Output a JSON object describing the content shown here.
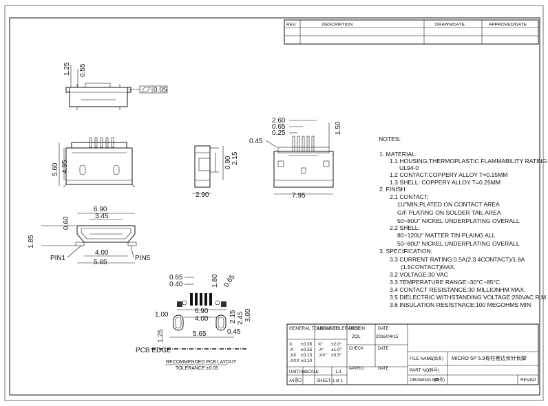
{
  "revision_block": {
    "headers": [
      "REV.",
      "DESCRIPTION",
      "DRAWN/DATE",
      "APPROVED/DATE"
    ]
  },
  "views": {
    "side_view": {
      "dims": [
        "1.25",
        "0.55",
        "0.05"
      ]
    },
    "front_view": {
      "dims": [
        "5.60",
        "4.95"
      ]
    },
    "profile_view": {
      "dims": [
        "0.90",
        "2.15",
        "2.90"
      ]
    },
    "top_view": {
      "dims": [
        "2.60",
        "0.65",
        "0.25",
        "0.45",
        "1.50",
        "7.95"
      ]
    },
    "opening_view": {
      "dims": [
        "6.90",
        "3.45",
        "0.60",
        "1.85",
        "4.00",
        "5.65"
      ],
      "labels": [
        "PIN1",
        "PIN5"
      ]
    },
    "pcb_layout": {
      "dims": [
        "0.65",
        "0.40",
        "1.80",
        "0.65",
        "6.90",
        "4.00",
        "2.15",
        "2.45",
        "3.00",
        "1.00",
        "0.45",
        "5.65",
        "1.25"
      ],
      "edge_label": "PCB EDGE",
      "caption": "RECOMMENDED PCB LAYOUT",
      "tolerance": "TOLERANCE:±0.05"
    }
  },
  "notes": {
    "title": "NOTES:",
    "lines": [
      "1. MATERIAL:",
      "1.1 HOUSING:THERMOPLASTIC FLAMMABILITY RATING",
      "UL94-0",
      "1.2 CONTACT:COPPERY ALLOY T=0.15MM",
      "1.3 SHELL:   COPPERY ALLOY T=0.25MM",
      "2. FINISH:",
      "2.1 CONTACT:",
      "1U\"MIN,PLATED ON CONTACT AREA",
      "G/F PLATING ON SOLDER TAIL AREA",
      "50~80U\" NICKEL UNDERPLATING OVERALL",
      "2.2 SHELL:",
      "80~120U\" MATTER TIN PLAING ALL",
      "50~80U\" NICKEL UNDERPLATING OVERALL",
      "3. SPECIFICATION:",
      "3.3 CURRENT RATING:0.5A(2.3.4CONTACT)/1.8A",
      "(1.5CONTACT)MAX.",
      "3.2 VOLTAGE:30 VAC",
      "3.3 TEMPERATURE RANGE:-30°C~85°C",
      "3.4 CONTACT RESISTANCE:30 MILLIONHM MAX.",
      "3.5 DIELECTRIC WITHSTANDING VOLTAGE:250VAC R.M.S",
      "3.6 INSULATION RESISTNACE:100 MEGOHMS MIN"
    ]
  },
  "title_block": {
    "general_tolerance": "GENERAL TOLERANCE",
    "angle_tolerance": "ANGLE TOLERANCE",
    "tol_rows": [
      {
        "k": "X.",
        "v": "±0.35",
        "ak": "X°",
        "av": "±2.0°"
      },
      {
        "k": ".X",
        "v": "±0.25",
        "ak": ".X°",
        "av": "±1.0°"
      },
      {
        "k": ".XX",
        "v": "±0.15",
        "ak": ".XX°",
        "av": "±0.5°"
      },
      {
        "k": ".XXX",
        "v": "±0.10",
        "ak": "",
        "av": ""
      }
    ],
    "design_label": "DESIGN",
    "date_label": "DATE",
    "design_by": "ZQL",
    "design_date": "2016/04/15",
    "check_label": "CHECK",
    "check_date_label": "DATE",
    "appro_label": "APPRO.",
    "appro_date_label": "DATE",
    "unit": "UNIT:mm",
    "scale_label": "SCALE",
    "scale": "1:1",
    "size": "A4",
    "sheet": "SHEET: 1 of 1",
    "file_name_label": "FILE NAME",
    "file_name_cn": "(品名)",
    "file_name": "MICRO 5P 5.9有柱卷边长针长脚",
    "part_no_label": "PART NO",
    "part_no_cn": "(料号)",
    "drawing_no_label": "DRAWING NO",
    "drawing_no_cn": "(图号)",
    "rev_label": "REV.",
    "rev": "A0"
  }
}
